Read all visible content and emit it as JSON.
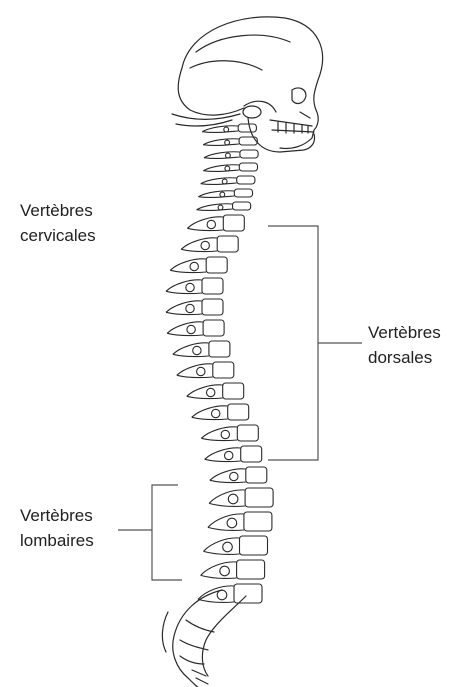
{
  "labels": {
    "cervical": {
      "line1": "Vertèbres",
      "line2": "cervicales"
    },
    "dorsal": {
      "line1": "Vertèbres",
      "line2": "dorsales"
    },
    "lumbar": {
      "line1": "Vertèbres",
      "line2": "lombaires"
    }
  },
  "colors": {
    "ink": "#2a2a2a",
    "bracket": "#555555",
    "background": "#ffffff"
  }
}
